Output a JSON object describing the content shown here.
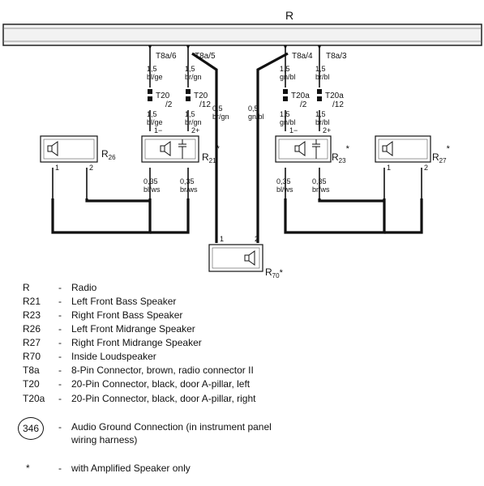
{
  "diagram": {
    "bus_label": "R",
    "components": {
      "r26": {
        "label": "R26",
        "code": "R",
        "sub": "26",
        "star": "",
        "pins": [
          "1",
          "2"
        ]
      },
      "r21": {
        "label": "R21",
        "code": "R",
        "sub": "21",
        "star": "*",
        "pins": [
          "1−",
          "2+"
        ]
      },
      "r23": {
        "label": "R23",
        "code": "R",
        "sub": "23",
        "star": "*",
        "pins": [
          "1−",
          "2+"
        ]
      },
      "r27": {
        "label": "R27",
        "code": "R",
        "sub": "27",
        "star": "*",
        "pins": [
          "1",
          "2"
        ]
      },
      "r70": {
        "label": "R70*",
        "code": "R",
        "sub": "70",
        "star": "*",
        "pins": [
          "1",
          "2"
        ]
      }
    },
    "connectors": {
      "t8a_6": "T8a/6",
      "t8a_5": "T8a/5",
      "t8a_4": "T8a/4",
      "t8a_3": "T8a/3",
      "t20_2": [
        "T20",
        "/2"
      ],
      "t20_12": [
        "T20",
        "/12"
      ],
      "t20a_2": [
        "T20a",
        "/2"
      ],
      "t20a_12": [
        "T20a",
        "/12"
      ]
    },
    "wires": {
      "w1_top": [
        "1,5",
        "bl/ge"
      ],
      "w1_mid": [
        "1,5",
        "bl/ge"
      ],
      "w2_top": [
        "1,5",
        "br/gn"
      ],
      "w2_mid": [
        "1,5",
        "br/gn"
      ],
      "w3": [
        "0,5",
        "br/gn"
      ],
      "w4": [
        "0,5",
        "gn/bl"
      ],
      "w5_top": [
        "1,5",
        "gn/bl"
      ],
      "w5_mid": [
        "1,5",
        "gn/bl"
      ],
      "w6_top": [
        "1,5",
        "br/bl"
      ],
      "w6_mid": [
        "1,5",
        "br/bl"
      ],
      "w7": [
        "0,35",
        "bl/ws"
      ],
      "w8": [
        "0,35",
        "br/ws"
      ],
      "w9": [
        "0,35",
        "bl/ws"
      ],
      "w10": [
        "0,35",
        "br/ws"
      ]
    }
  },
  "legend": {
    "items": [
      {
        "code": "R",
        "desc": "Radio"
      },
      {
        "code": "R21",
        "desc": "Left Front Bass Speaker"
      },
      {
        "code": "R23",
        "desc": "Right Front Bass Speaker"
      },
      {
        "code": "R26",
        "desc": "Left Front Midrange Speaker"
      },
      {
        "code": "R27",
        "desc": "Right Front Midrange Speaker"
      },
      {
        "code": "R70",
        "desc": "Inside Loudspeaker"
      },
      {
        "code": "T8a",
        "desc": "8-Pin Connector, brown, radio connector II"
      },
      {
        "code": "T20",
        "desc": "20-Pin Connector, black, door A-pillar, left"
      },
      {
        "code": "T20a",
        "desc": "20-Pin Connector, black, door A-pillar, right"
      }
    ],
    "ground": {
      "number": "346",
      "dash": "-",
      "desc": [
        "Audio Ground Connection (in instrument panel",
        "wiring harness)"
      ]
    },
    "note": {
      "symbol": "*",
      "dash": "-",
      "desc": "with Amplified Speaker only"
    },
    "dash": "-"
  }
}
